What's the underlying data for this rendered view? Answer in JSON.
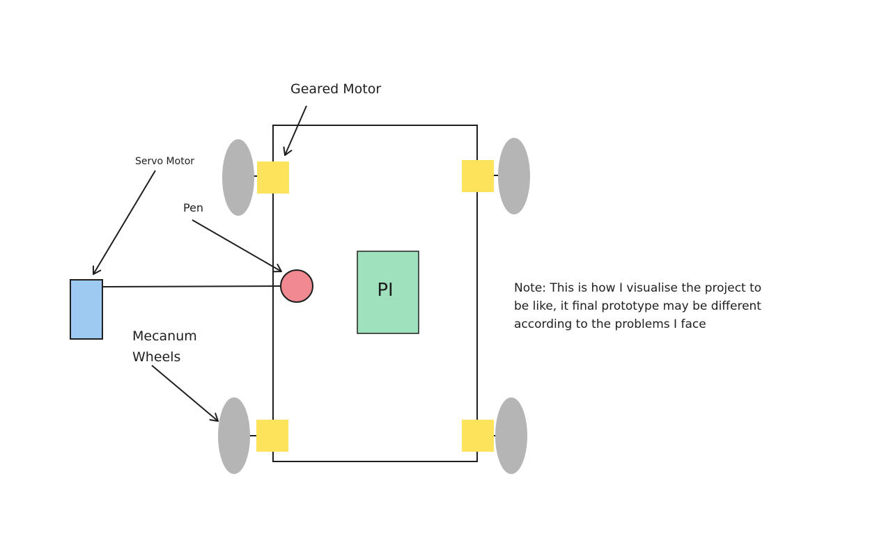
{
  "labels": {
    "geared_motor": "Geared Motor",
    "servo_motor": "Servo Motor",
    "pen": "Pen",
    "mecanum_line1": "Mecanum",
    "mecanum_line2": "Wheels",
    "pi": "PI",
    "note_line1": "Note: This is how I visualise the project to",
    "note_line2": "be like, it final prototype may be different",
    "note_line3": "according to the problems I face"
  },
  "colors": {
    "stroke": "#1e1e1e",
    "wheel": "#b5b5b5",
    "motor": "#fde25c",
    "pi_board": "#9fe0bd",
    "pen": "#f08a90",
    "servo": "#9ec9f0",
    "background": "#ffffff"
  }
}
